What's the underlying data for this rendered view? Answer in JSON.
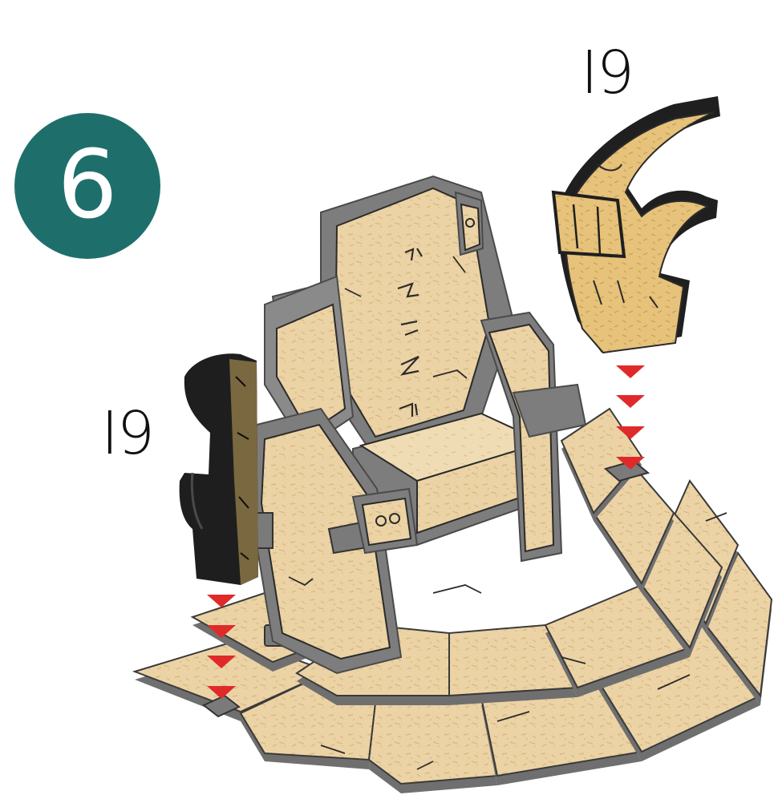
{
  "step": {
    "number": "6",
    "badge_color": "#1e6f6c"
  },
  "parts": [
    {
      "label": "I9",
      "position_hint": "top-right",
      "piece": "claw-armrest-right"
    },
    {
      "label": "I9",
      "position_hint": "left",
      "piece": "claw-armrest-left"
    }
  ],
  "colors": {
    "stone_fill": "#e9cfa0",
    "stone_edge": "#6f6f6f",
    "crack": "#2b2b2b",
    "arrow": "#e02a2a",
    "piece_dark": "#2a2a2a"
  },
  "icons": [
    "throne-assembly",
    "claw-piece",
    "insert-arrow"
  ]
}
